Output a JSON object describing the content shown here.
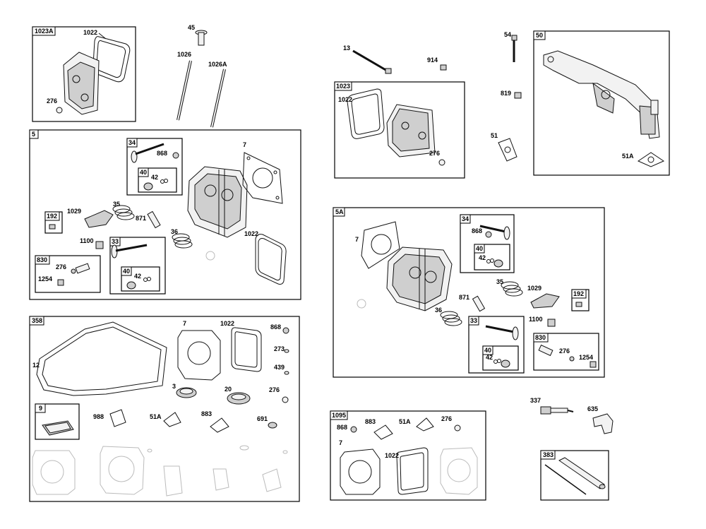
{
  "boxes": {
    "b1023A": "1023A",
    "b5": "5",
    "b34": "34",
    "b40": "40",
    "b192": "192",
    "b830": "830",
    "b33": "33",
    "b40b": "40",
    "b358": "358",
    "b9": "9",
    "b1023": "1023",
    "b50": "50",
    "b5A": "5A",
    "b34A": "34",
    "b40A": "40",
    "b192A": "192",
    "b33A": "33",
    "b40Ab": "40",
    "b830A": "830",
    "b1095": "1095",
    "b383": "383"
  },
  "labels": {
    "l1022_1023A": "1022",
    "l276_1023A": "276",
    "l45": "45",
    "l1026": "1026",
    "l1026A": "1026A",
    "l868_5": "868",
    "l42_5": "42",
    "l7_5": "7",
    "l1029_5": "1029",
    "l35_5": "35",
    "l871_5": "871",
    "l36_5": "36",
    "l1022_5": "1022",
    "l1100_5": "1100",
    "l276_830": "276",
    "l1254_830": "1254",
    "l42_33": "42",
    "l7_358": "7",
    "l1022_358": "1022",
    "l868_358": "868",
    "l273_358": "273",
    "l439_358": "439",
    "l12_358": "12",
    "l3_358": "3",
    "l20_358": "20",
    "l276_358": "276",
    "l988_358": "988",
    "l51A_358": "51A",
    "l883_358": "883",
    "l691_358": "691",
    "l13": "13",
    "l914": "914",
    "l1022_1023": "1022",
    "l276_1023": "276",
    "l54": "54",
    "l819": "819",
    "l51": "51",
    "l51A_50": "51A",
    "l868_5A": "868",
    "l42_5A": "42",
    "l7_5A": "7",
    "l35_5A": "35",
    "l1029_5A": "1029",
    "l871_5A": "871",
    "l36_5A": "36",
    "l1100_5A": "1100",
    "l42_33A": "42",
    "l276_830A": "276",
    "l1254_830A": "1254",
    "l868_1095": "868",
    "l883_1095": "883",
    "l51A_1095": "51A",
    "l276_1095": "276",
    "l7_1095": "7",
    "l1022_1095": "1022",
    "l337": "337",
    "l635": "635"
  }
}
